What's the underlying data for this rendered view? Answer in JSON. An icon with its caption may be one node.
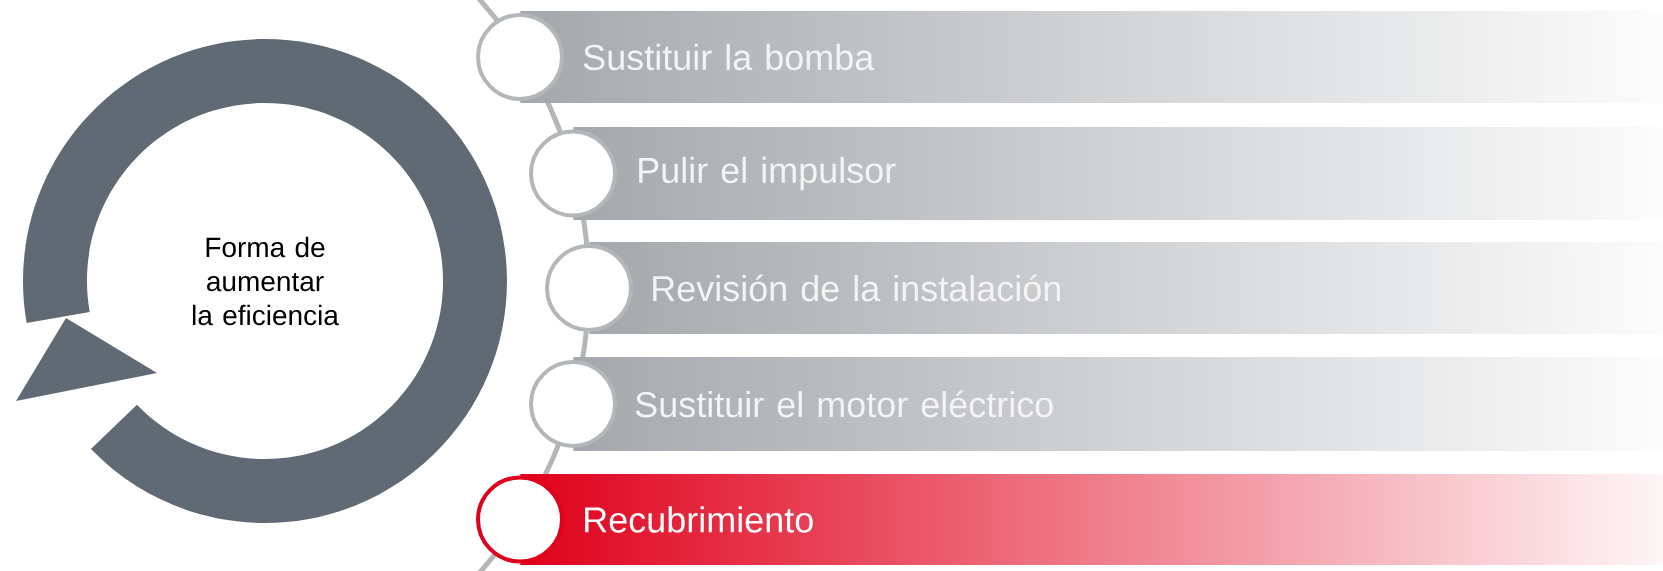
{
  "diagram": {
    "nodes": [
      {
        "text": [
          "Forma de aumentar la eficiencia"
        ]
      },
      {
        "text": [
          "Sustituir la bomba"
        ]
      },
      {
        "text": [
          "Pulir el impulsor"
        ]
      },
      {
        "text": [
          "Revisión de la instalación"
        ]
      },
      {
        "text": [
          "Sustituir el motor eléctrico"
        ]
      },
      {
        "text": [
          "Recubrimiento"
        ]
      }
    ]
  }
}
